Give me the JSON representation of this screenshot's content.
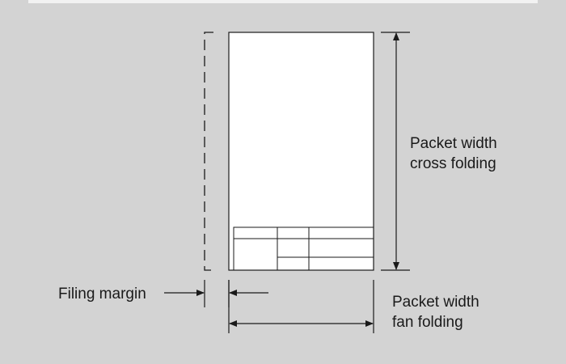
{
  "colors": {
    "background": "#d3d3d3",
    "top_strip": "#f2f2f2",
    "sheet": "#ffffff",
    "line": "#1a1a1a"
  },
  "labels": {
    "cross_folding_line1": "Packet width",
    "cross_folding_line2": "cross folding",
    "fan_folding_line1": "Packet width",
    "fan_folding_line2": "fan folding",
    "filing_margin": "Filing margin"
  }
}
